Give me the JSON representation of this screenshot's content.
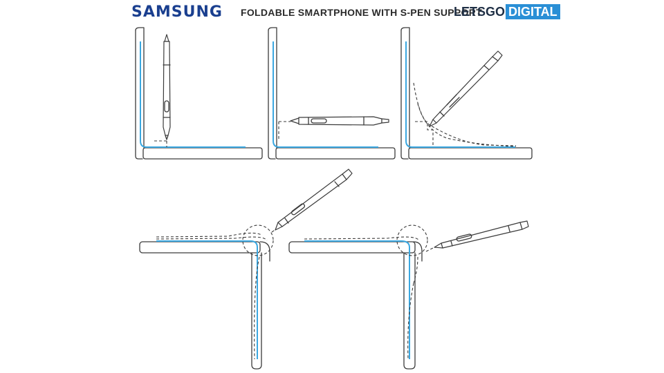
{
  "header": {
    "left_brand": "SAMSUNG",
    "title": "FOLDABLE SMARTPHONE WITH S-PEN SUPPORT",
    "right_brand_dark": "LETSGO",
    "right_brand_box": "DIGITAL"
  },
  "colors": {
    "samsung_blue": "#1a3f8f",
    "screen_line": "#3aa7e0",
    "logo_box": "#2a8fd6",
    "ink": "#3a3a3a"
  },
  "figures": [
    {
      "id": "fig-1",
      "description_key": "pen-vertical"
    },
    {
      "id": "fig-2",
      "description_key": "pen-horizontal"
    },
    {
      "id": "fig-3",
      "description_key": "pen-diagonal"
    },
    {
      "id": "fig-4",
      "description_key": "flip-pen-upper-right"
    },
    {
      "id": "fig-5",
      "description_key": "flip-pen-right"
    }
  ]
}
